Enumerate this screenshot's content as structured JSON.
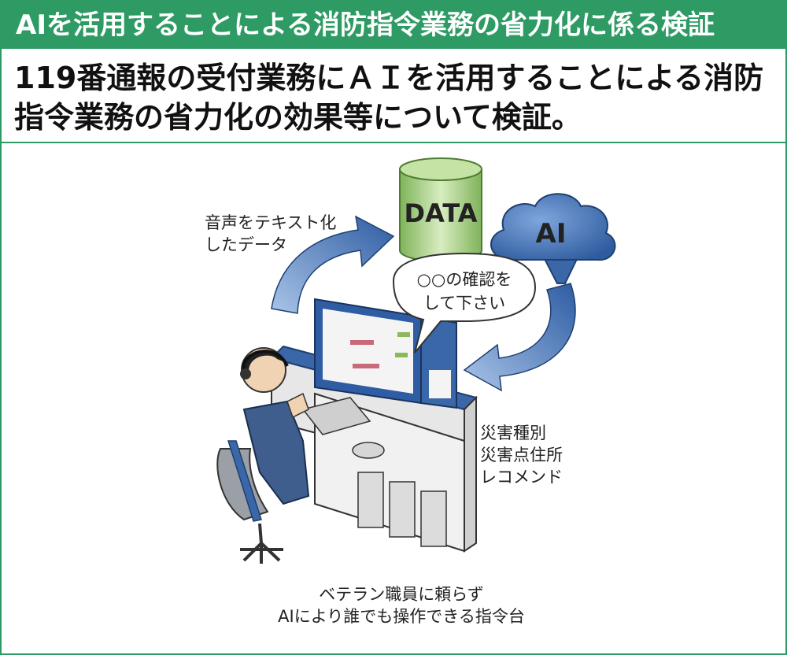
{
  "title": "AIを活用することによる消防指令業務の省力化に係る検証",
  "summary": {
    "line1": "119番通報の受付業務にＡＩを活用することによる消防",
    "line2": "指令業務の省力化の効果等について検証。"
  },
  "diagram": {
    "data_label": "DATA",
    "ai_label": "AI",
    "speech_text_label": [
      "音声をテキスト化",
      "したデータ"
    ],
    "bubble_text": [
      "○○の確認を",
      "して下さい"
    ],
    "recommend_label": [
      "災害種別",
      "災害点住所",
      "レコメンド"
    ],
    "caption": [
      "ベテラン職員に頼らず",
      "AIにより誰でも操作できる指令台"
    ]
  },
  "colors": {
    "accent": "#2e9b64",
    "arrow": "#2e5da3",
    "cylinder": "#9cc87a",
    "cloud": "#4a78b8"
  }
}
